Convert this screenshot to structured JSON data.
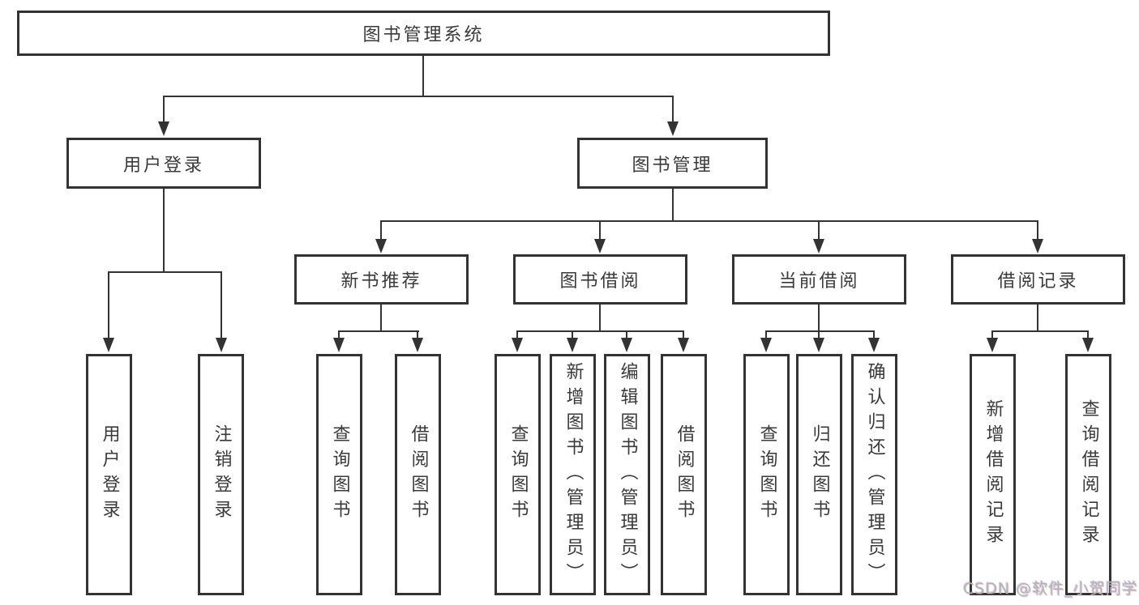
{
  "diagram": {
    "root": {
      "label": "图书管理系统"
    },
    "level2": [
      {
        "id": "user-login",
        "label": "用户登录"
      },
      {
        "id": "book-management",
        "label": "图书管理"
      }
    ],
    "level3": [
      {
        "id": "new-book-recommend",
        "label": "新书推荐"
      },
      {
        "id": "book-borrowing",
        "label": "图书借阅"
      },
      {
        "id": "current-borrowing",
        "label": "当前借阅"
      },
      {
        "id": "borrowing-records",
        "label": "借阅记录"
      }
    ],
    "leaves": [
      {
        "id": "user-login-leaf",
        "parent": "user-login",
        "label": "用户登录"
      },
      {
        "id": "logout-leaf",
        "parent": "user-login",
        "label": "注销登录"
      },
      {
        "id": "query-books-recommend",
        "parent": "new-book-recommend",
        "label": "查询图书"
      },
      {
        "id": "borrow-books-recommend",
        "parent": "new-book-recommend",
        "label": "借阅图书"
      },
      {
        "id": "query-books-borrowing",
        "parent": "book-borrowing",
        "label": "查询图书"
      },
      {
        "id": "add-books-admin",
        "parent": "book-borrowing",
        "label": "新增图书（管理员）"
      },
      {
        "id": "edit-books-admin",
        "parent": "book-borrowing",
        "label": "编辑图书（管理员）"
      },
      {
        "id": "borrow-books-borrowing",
        "parent": "book-borrowing",
        "label": "借阅图书"
      },
      {
        "id": "query-books-current",
        "parent": "current-borrowing",
        "label": "查询图书"
      },
      {
        "id": "return-books",
        "parent": "current-borrowing",
        "label": "归还图书"
      },
      {
        "id": "confirm-return-admin",
        "parent": "current-borrowing",
        "label": "确认归还（管理员）"
      },
      {
        "id": "add-borrow-record",
        "parent": "borrowing-records",
        "label": "新增借阅记录"
      },
      {
        "id": "query-borrow-record",
        "parent": "borrowing-records",
        "label": "查询借阅记录"
      }
    ]
  },
  "watermark": {
    "text": "CSDN @软件_小贺同学"
  },
  "colors": {
    "line": "#333333",
    "text": "#3a3a3a",
    "background": "#ffffff",
    "watermark": "#b3b3b3"
  }
}
